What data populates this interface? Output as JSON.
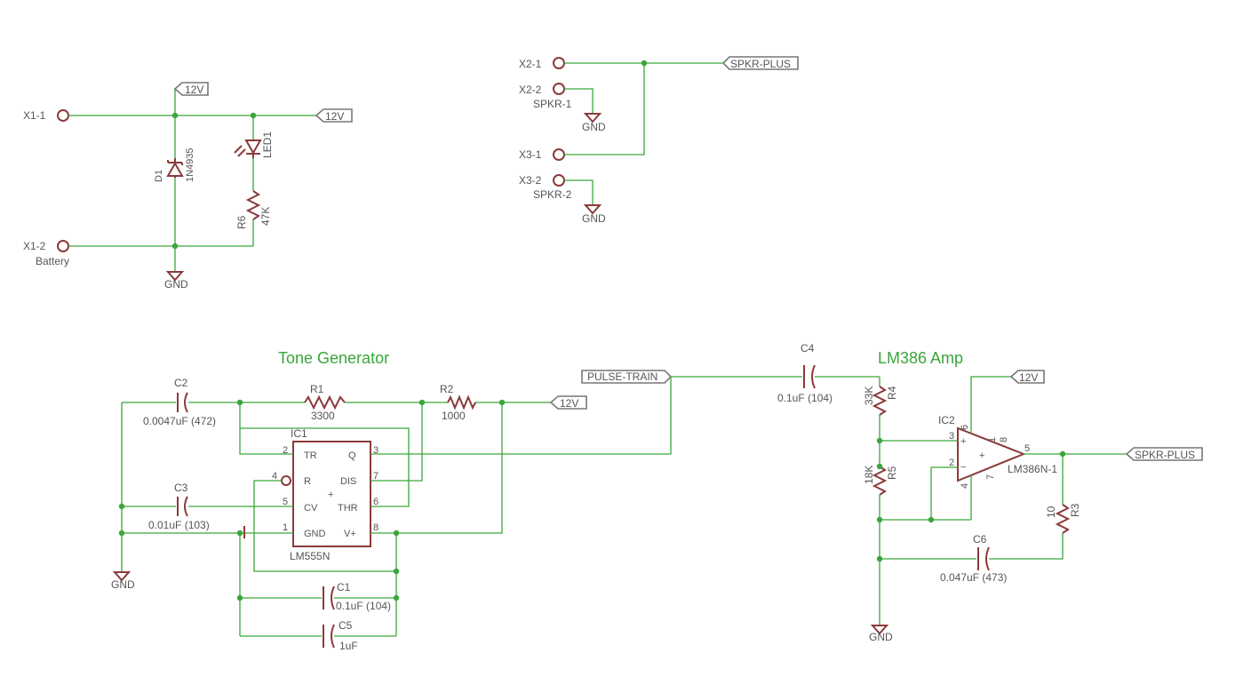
{
  "colors": {
    "wire": "#3aa63a",
    "symbol": "#8b3a3a",
    "text": "#555555",
    "flag": "#777777"
  },
  "sections": {
    "tone_generator": "Tone Generator",
    "amp": "LM386 Amp"
  },
  "connectors": {
    "x1_1": "X1-1",
    "x1_2": "X1-2",
    "x1_2_sub": "Battery",
    "x2_1": "X2-1",
    "x2_2": "X2-2",
    "x2_2_sub": "SPKR-1",
    "x3_1": "X3-1",
    "x3_2": "X3-2",
    "x3_2_sub": "SPKR-2"
  },
  "nets": {
    "v12_a": "12V",
    "v12_b": "12V",
    "v12_c": "12V",
    "v12_d": "12V",
    "spkr_plus_a": "SPKR-PLUS",
    "spkr_plus_b": "SPKR-PLUS",
    "pulse_train": "PULSE-TRAIN",
    "gnd_a": "GND",
    "gnd_b": "GND",
    "gnd_c": "GND",
    "gnd_d": "GND",
    "gnd_e": "GND"
  },
  "components": {
    "d1_name": "D1",
    "d1_value": "1N4935",
    "led1_name": "LED1",
    "r6_name": "R6",
    "r6_value": "47K",
    "c2_name": "C2",
    "c2_value": "0.0047uF (472)",
    "r1_name": "R1",
    "r1_value": "3300",
    "r2_name": "R2",
    "r2_value": "1000",
    "ic1_name": "IC1",
    "ic1_value": "LM555N",
    "c3_name": "C3",
    "c3_value": "0.01uF (103)",
    "c1_name": "C1",
    "c1_value": "0.1uF (104)",
    "c5_name": "C5",
    "c5_value": "1uF",
    "c4_name": "C4",
    "c4_value": "0.1uF (104)",
    "r4_name": "R4",
    "r4_value": "33K",
    "r5_name": "R5",
    "r5_value": "18K",
    "ic2_name": "IC2",
    "ic2_value": "LM386N-1",
    "r3_name": "R3",
    "r3_value": "10",
    "c6_name": "C6",
    "c6_value": "0.047uF (473)"
  },
  "ic1_pins": {
    "tr": "TR",
    "q": "Q",
    "r": "R",
    "dis": "DIS",
    "cv": "CV",
    "thr": "THR",
    "gnd": "GND",
    "vp": "V+",
    "p1": "1",
    "p2": "2",
    "p3": "3",
    "p4": "4",
    "p5": "5",
    "p6": "6",
    "p7": "7",
    "p8": "8"
  },
  "ic2_pins": {
    "p2": "2",
    "p3": "3",
    "p4": "4",
    "p5": "5",
    "p6": "6",
    "p7": "7",
    "p1": "1",
    "p8": "8",
    "plus": "+",
    "minus": "−",
    "center": "+"
  }
}
